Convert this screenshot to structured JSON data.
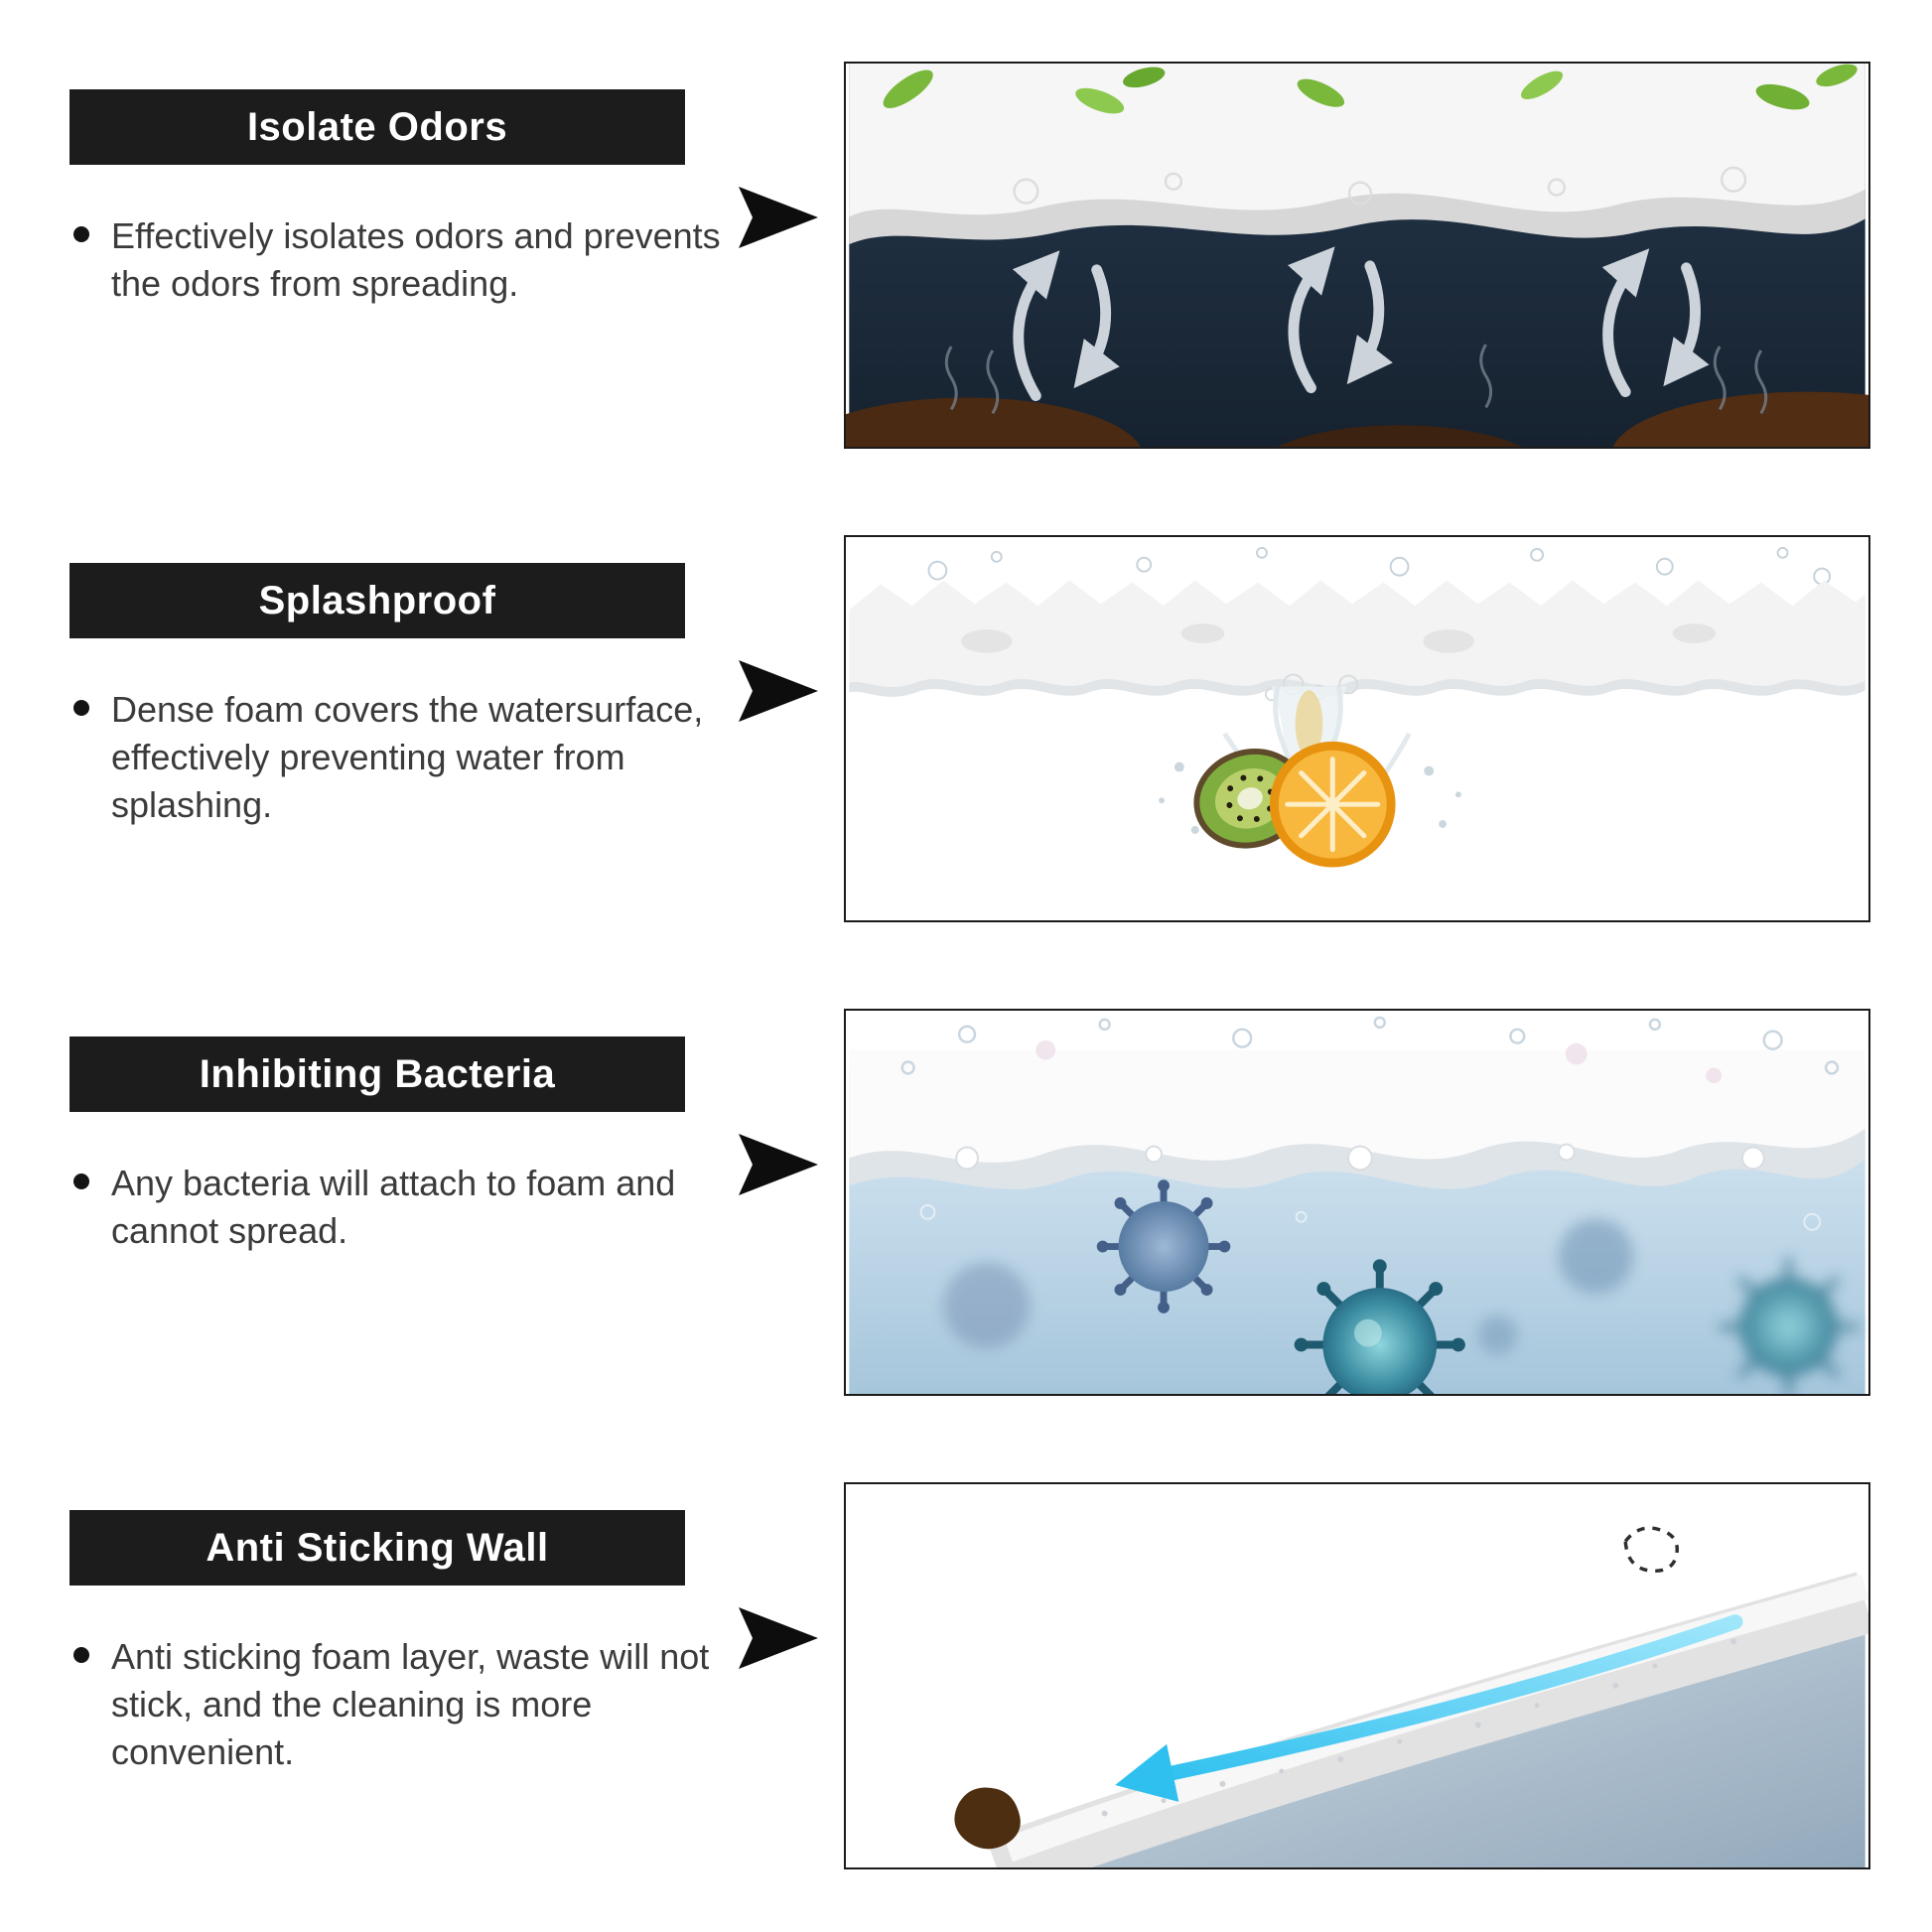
{
  "features": [
    {
      "title": "Isolate Odors",
      "bullet": "Effectively isolates odors and prevents the odors from spreading.",
      "illustration": "foam layer sealing dark water, airflow arrows, odor squiggles, leaves"
    },
    {
      "title": "Splashproof",
      "bullet": "Dense foam covers the watersurface, effectively preventing water from splashing.",
      "illustration": "foam band over water with kiwi and orange splashing beneath"
    },
    {
      "title": "Inhibiting Bacteria",
      "bullet": "Any bacteria will attach to foam and cannot spread.",
      "illustration": "foam layer above blue water containing virus particles"
    },
    {
      "title": "Anti Sticking Wall",
      "bullet": "Anti sticking foam layer, waste will not stick, and the cleaning is more convenient.",
      "illustration": "curved bowl wall with cyan slide arrow, waste blob and dashed outline"
    }
  ],
  "icons": {
    "pointer": "➤",
    "bullet_dot": "●"
  },
  "colors": {
    "header_bg": "#1c1c1c",
    "header_text": "#ffffff",
    "body_text": "#3b3b3b",
    "pointer_black": "#0d0d0d",
    "panel_border": "#1b1b1b",
    "water_dark_navy": "#1d2f42",
    "water_light_blue": "#b7d3e6",
    "foam_white": "#f6f6f6",
    "leaf_green": "#7ab83c",
    "waste_brown": "#4d2e10",
    "flow_cyan": "#2fc0ef",
    "orange_fruit": "#f8b83e",
    "kiwi_green": "#7fae3e"
  }
}
